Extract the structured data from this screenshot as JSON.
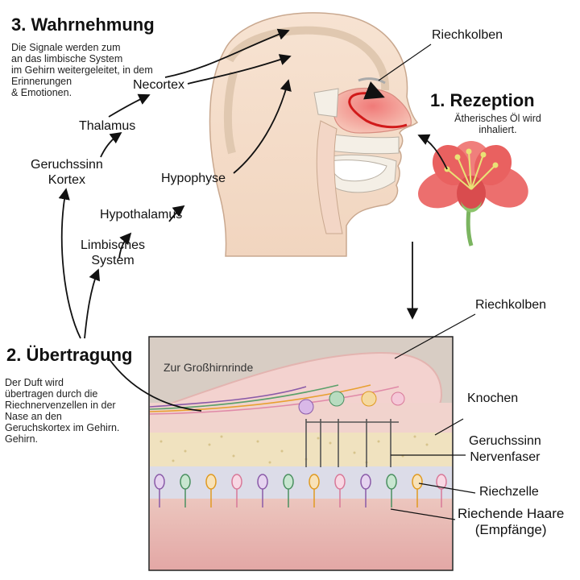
{
  "perception": {
    "title": "3. Wahrnehmung",
    "lines": [
      "Die Signale werden zum",
      "an das limbische System",
      "im Gehirn weitergeleitet, in dem",
      "Erinnerungen",
      "& Emotionen."
    ]
  },
  "reception": {
    "title": "1. Rezeption",
    "lines": [
      "Ätherisches Öl wird",
      "inhaliert."
    ]
  },
  "transmission": {
    "title": "2. Übertragung",
    "lines": [
      "Der Duft wird",
      "übertragen durch die",
      "Riechnervenzellen in der",
      "Nase an den",
      "Geruchskortex im Gehirn.",
      "Gehirn."
    ]
  },
  "pathway": {
    "necortex": "Necortex",
    "thalamus": "Thalamus",
    "kortex_1": "Geruchssinn",
    "kortex_2": "Kortex",
    "hypophyse": "Hypophyse",
    "hypothalamus": "Hypothalamus",
    "limbic_1": "Limbisches",
    "limbic_2": "System"
  },
  "head_labels": {
    "riechkolben": "Riechkolben"
  },
  "detail": {
    "cortex_label": "Zur Großhirnrinde",
    "riechkolben": "Riechkolben",
    "knochen": "Knochen",
    "nervenfaser_1": "Geruchssinn",
    "nervenfaser_2": "Nervenfaser",
    "riechzelle": "Riechzelle",
    "haare_1": "Riechende Haare",
    "haare_2": "(Empfänge)"
  }
}
